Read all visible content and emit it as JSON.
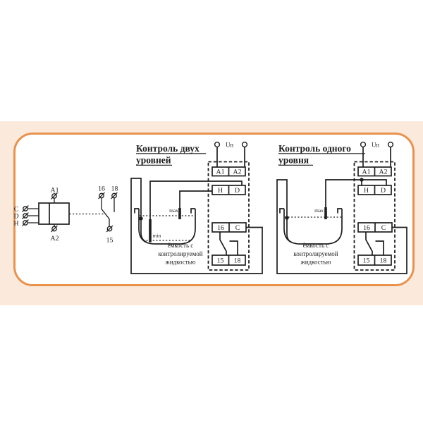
{
  "pinout": {
    "a1": "A1",
    "a2": "A2",
    "c": "C",
    "d": "D",
    "h": "H",
    "n16": "16",
    "n18": "18",
    "n15": "15"
  },
  "two_level": {
    "title1": "Контроль двух",
    "title2": "уровней",
    "un": "Un",
    "a1": "A1",
    "a2": "A2",
    "h": "H",
    "d": "D",
    "n16": "16",
    "c": "C",
    "n15": "15",
    "n18": "18",
    "max": "max",
    "min": "min",
    "cap1": "ёмкость с",
    "cap2": "контролируемой",
    "cap3": "жидкостью"
  },
  "one_level": {
    "title1": "Контроль одного",
    "title2": "уровня",
    "un": "Un",
    "a1": "A1",
    "a2": "A2",
    "h": "H",
    "d": "D",
    "n16": "16",
    "c": "C",
    "n15": "15",
    "n18": "18",
    "max": "max",
    "cap1": "ёмкость с",
    "cap2": "контролируемой",
    "cap3": "жидкостью"
  },
  "colors": {
    "frame_border": "#e8924e",
    "frame_bg": "#fbeadc",
    "ink": "#1e1e1e"
  }
}
